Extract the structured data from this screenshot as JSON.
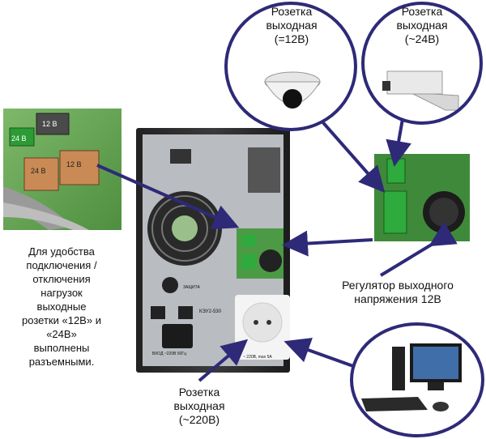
{
  "labels": {
    "outlet_12v": [
      "Розетка",
      "выходная",
      "(=12В)"
    ],
    "outlet_24v": [
      "Розетка",
      "выходная",
      "(~24В)"
    ],
    "outlet_220v": [
      "Розетка",
      "выходная",
      "(~220В)"
    ],
    "regulator": [
      "Регулятор выходного",
      "напряжения 12В"
    ],
    "note": [
      "Для удобства",
      "подключения /",
      "отключения",
      "нагрузок",
      "выходные",
      "розетки «12В» и",
      "«24В»",
      "выполнены",
      "разъемными."
    ]
  },
  "connectors": {
    "label_24": "24 В",
    "label_12": "12 В"
  },
  "ups_panel": {
    "fuse_label": "ЗАЩИТА",
    "input_label": "ВХОД ~220В 50Гц",
    "output_label": "~ 220В, max 5А",
    "serial": "КЭУ2-530"
  },
  "colors": {
    "arrow": "#2e2a78",
    "board_green": "#3f8a3a",
    "ups_body": "#2b2b2b"
  }
}
